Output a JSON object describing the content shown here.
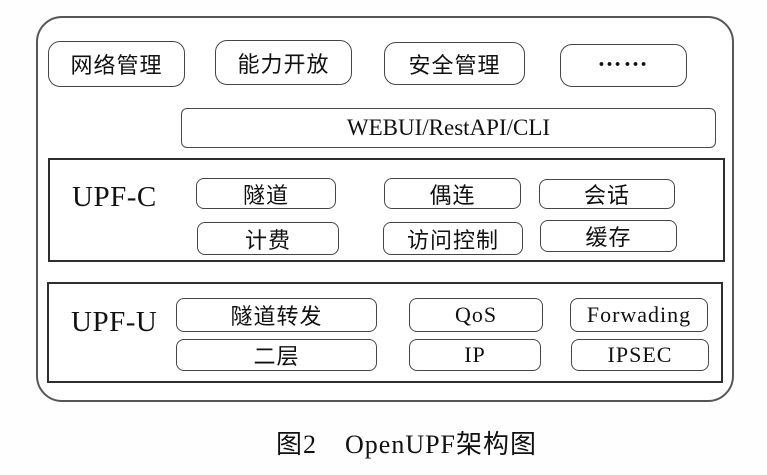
{
  "colors": {
    "background": "#ffffff",
    "chip_line": "#454545",
    "container_line": "#2e2e2e",
    "outer_line": "#565656",
    "text": "#111111"
  },
  "management_row": {
    "items": [
      {
        "label": "网络管理"
      },
      {
        "label": "能力开放"
      },
      {
        "label": "安全管理"
      },
      {
        "label": "……"
      }
    ]
  },
  "api_bar": {
    "label": "WEBUI/RestAPI/CLI"
  },
  "upf_c": {
    "title": "UPF-C",
    "row1": [
      {
        "label": "隧道"
      },
      {
        "label": "偶连"
      },
      {
        "label": "会话"
      }
    ],
    "row2": [
      {
        "label": "计费"
      },
      {
        "label": "访问控制"
      },
      {
        "label": "缓存"
      }
    ]
  },
  "upf_u": {
    "title": "UPF-U",
    "row1": [
      {
        "label": "隧道转发"
      },
      {
        "label": "QoS"
      },
      {
        "label": "Forwading"
      }
    ],
    "row2": [
      {
        "label": "二层"
      },
      {
        "label": "IP"
      },
      {
        "label": "IPSEC"
      }
    ]
  },
  "caption": {
    "label": "图2",
    "title": "OpenUPF架构图"
  }
}
